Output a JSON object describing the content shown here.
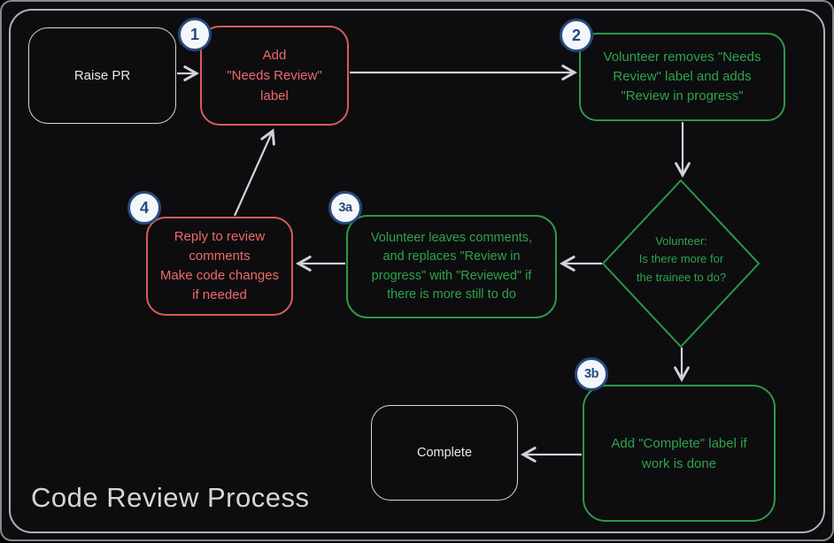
{
  "title": "Code Review Process",
  "colors": {
    "background": "#0d0d0f",
    "frame_border": "#aeb2b7",
    "red_border": "#d85c5c",
    "red_text": "#ec6a6a",
    "green": "#2fa34b",
    "white_node": "#e9e9e9",
    "arrow": "#cfd2d6",
    "badge_blue": "#27497e",
    "badge_fill": "#f4f7f9"
  },
  "nodes": {
    "raise_pr": {
      "label": "Raise PR"
    },
    "add_needs_review": {
      "badge": "1",
      "label": "Add\n\"Needs Review\"\nlabel"
    },
    "volunteer_removes": {
      "badge": "2",
      "label": "Volunteer removes \"Needs\nReview\" label and adds\n\"Review in progress\""
    },
    "decision": {
      "label": "Volunteer:\nIs there more for\nthe trainee to do?"
    },
    "volunteer_leaves_comments": {
      "badge": "3a",
      "label": "Volunteer leaves comments,\nand replaces \"Review in\nprogress\" with \"Reviewed\" if\nthere is more still to do"
    },
    "reply_to_review": {
      "badge": "4",
      "label": "Reply to review\ncomments\nMake code changes\nif needed"
    },
    "add_complete": {
      "badge": "3b",
      "label": "Add \"Complete\" label if\nwork is done"
    },
    "complete": {
      "label": "Complete"
    }
  }
}
